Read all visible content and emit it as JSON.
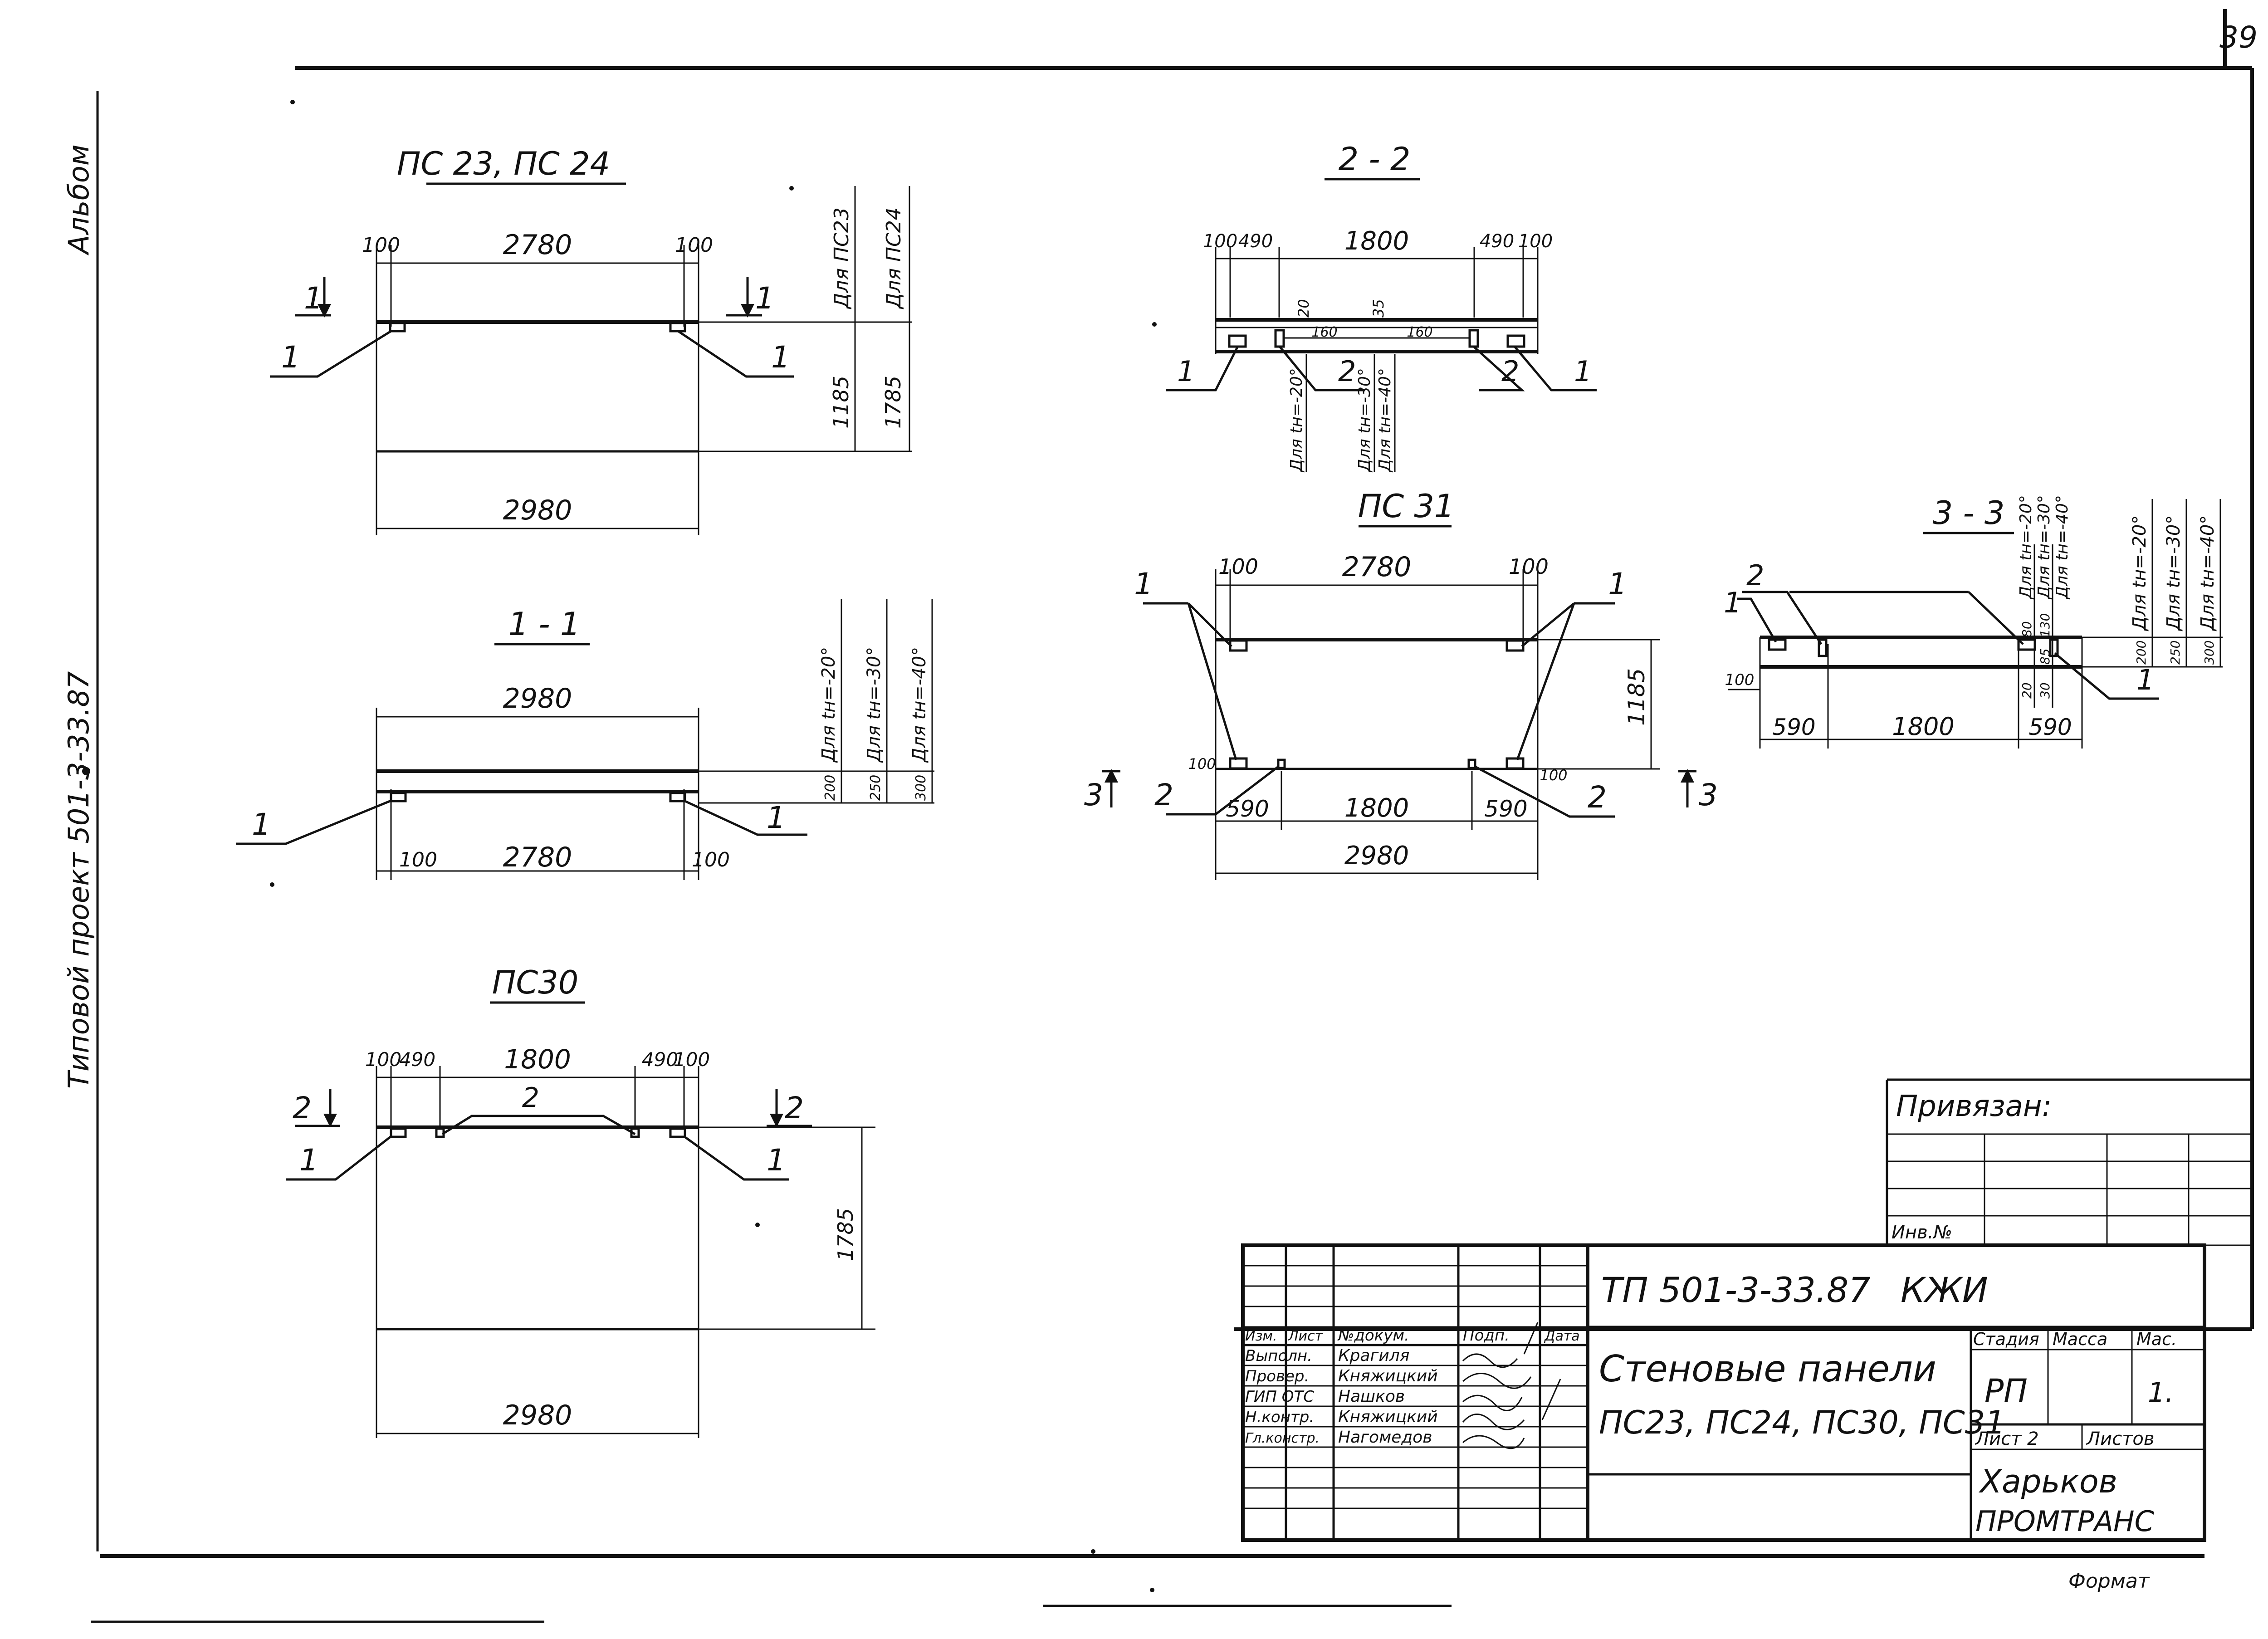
{
  "sheet_number": "39",
  "binding_label": "Альбом",
  "side_title": "Типовой проект 501-3-33.87",
  "views": {
    "pc2324": {
      "title": "ПС 23, ПС 24",
      "dim_left": "100",
      "dim_mid": "2780",
      "dim_right": "100",
      "dim_bottom": "2980",
      "cut": "1",
      "lbl_pc23": "Для ПС23",
      "lbl_pc24": "Для ПС24",
      "h_pc23": "1185",
      "h_pc24": "1785",
      "callout": "1"
    },
    "sec11": {
      "title": "1 - 1",
      "dim_top": "2980",
      "dim_left": "100",
      "dim_mid": "2780",
      "dim_right": "100",
      "lbl_t20": "Для tн=-20°",
      "lbl_t30": "Для tн=-30°",
      "lbl_t40": "Для tн=-40°",
      "th_200": "200",
      "th_250": "250",
      "th_300": "300",
      "callout": "1"
    },
    "pc30": {
      "title": "ПС30",
      "dim_100a": "100",
      "dim_490a": "490",
      "dim_1800": "1800",
      "dim_490b": "490",
      "dim_100b": "100",
      "dim_bottom": "2980",
      "height": "1785",
      "cut": "2",
      "callout1": "1",
      "callout2": "2"
    },
    "sec22": {
      "title": "2 - 2",
      "d100a": "100",
      "d490a": "490",
      "d1800": "1800",
      "d490b": "490",
      "d100b": "100",
      "d20": "20",
      "d35": "35",
      "d160a": "160",
      "d160b": "160",
      "lbl_t20": "Для tн=-20°",
      "lbl_t30": "Для tн=-30°",
      "lbl_t40": "Для tн=-40°",
      "callout1": "1",
      "callout2": "2"
    },
    "pc31": {
      "title": "ПС 31",
      "d100a": "100",
      "d2780": "2780",
      "d100b": "100",
      "height": "1185",
      "d100c": "100",
      "d100d": "100",
      "d590a": "590",
      "d1800": "1800",
      "d590b": "590",
      "d2980": "2980",
      "cut": "3",
      "callout1": "1",
      "callout2": "2"
    },
    "sec33": {
      "title": "3 - 3",
      "d590a": "590",
      "d1800": "1800",
      "d590b": "590",
      "d100": "100",
      "d80": "80",
      "d130": "130",
      "d85": "85",
      "d20": "20",
      "d30": "30",
      "lbl_t20": "Для tн=-20°",
      "lbl_t30": "Для tн=-30°",
      "lbl_t40": "Для tн=-40°",
      "th_200": "200",
      "th_250": "250",
      "th_300": "300",
      "callout1": "1",
      "callout2": "2"
    }
  },
  "binding_box": {
    "title": "Привязан:",
    "inv": "Инв.№"
  },
  "title_block": {
    "code": "ТП 501-3-33.87",
    "mark": "КЖИ",
    "hdr_izm": "Изм.",
    "hdr_list": "Лист",
    "hdr_doc": "№докум.",
    "hdr_sign": "Подп.",
    "hdr_date": "Дата",
    "roles": [
      "Выполн.",
      "Провер.",
      "ГИП ОТС",
      "Н.контр.",
      "Гл.констр."
    ],
    "names": [
      "Крагиля",
      "Княжицкий",
      "Нашков",
      "Княжицкий",
      "Нагомедов"
    ],
    "title_line1": "Стеновые панели",
    "title_line2": "ПС23, ПС24, ПС30, ПС31",
    "stage_hdr": "Стадия",
    "mass_hdr": "Масса",
    "scale_hdr": "Мас.",
    "stage": "РП",
    "scale": "1.",
    "sheet_label": "Лист 2",
    "sheets_label": "Листов",
    "org_line1": "Харьков",
    "org_line2": "ПРОМТРАНС",
    "format": "Формат"
  }
}
